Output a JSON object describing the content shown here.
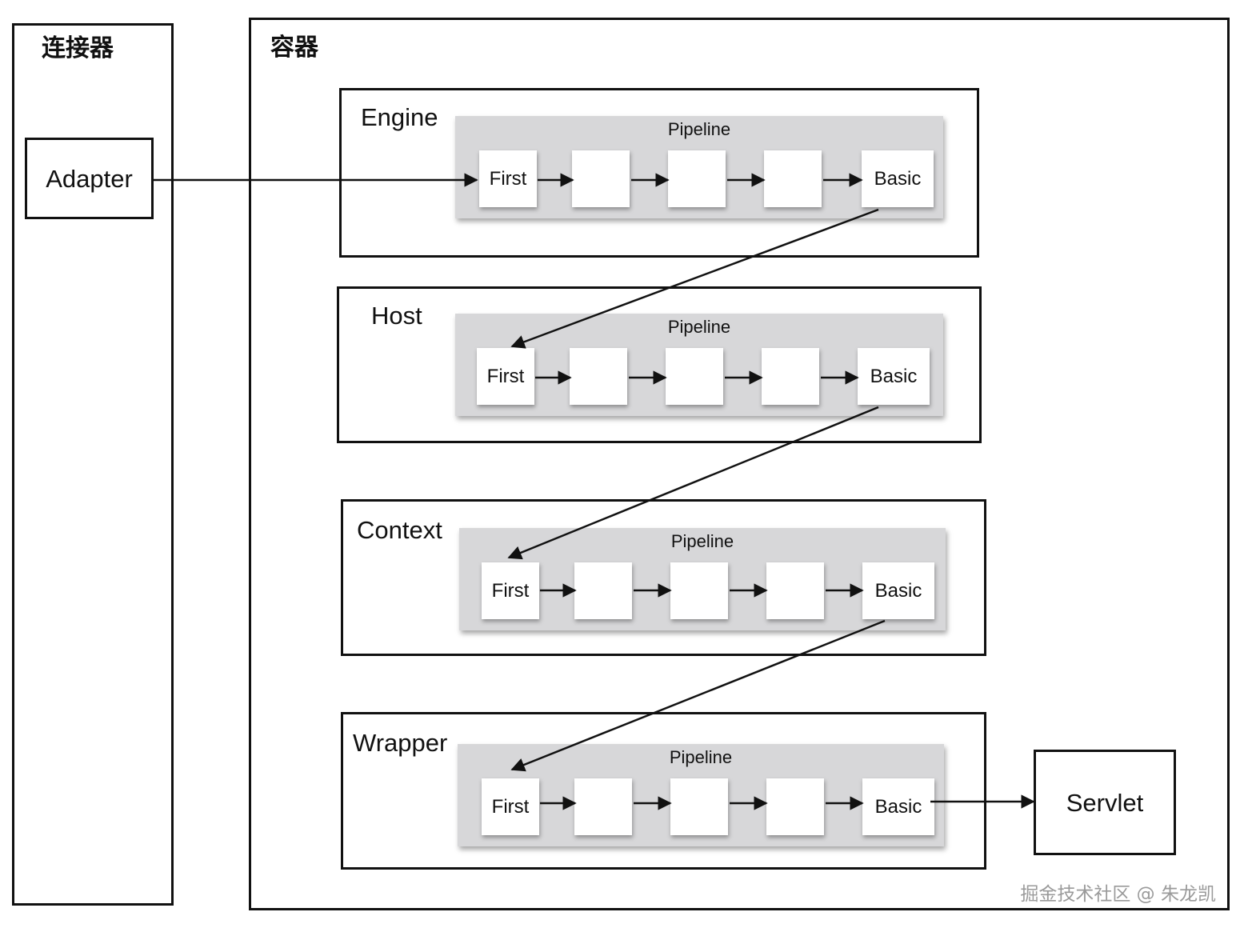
{
  "connector": {
    "title": "连接器",
    "adapter_label": "Adapter"
  },
  "container": {
    "title": "容器",
    "layers": [
      {
        "name": "Engine",
        "pipeline_label": "Pipeline",
        "first_label": "First",
        "basic_label": "Basic"
      },
      {
        "name": "Host",
        "pipeline_label": "Pipeline",
        "first_label": "First",
        "basic_label": "Basic"
      },
      {
        "name": "Context",
        "pipeline_label": "Pipeline",
        "first_label": "First",
        "basic_label": "Basic"
      },
      {
        "name": "Wrapper",
        "pipeline_label": "Pipeline",
        "first_label": "First",
        "basic_label": "Basic"
      }
    ]
  },
  "servlet_label": "Servlet",
  "watermark": "掘金技术社区 @ 朱龙凯"
}
